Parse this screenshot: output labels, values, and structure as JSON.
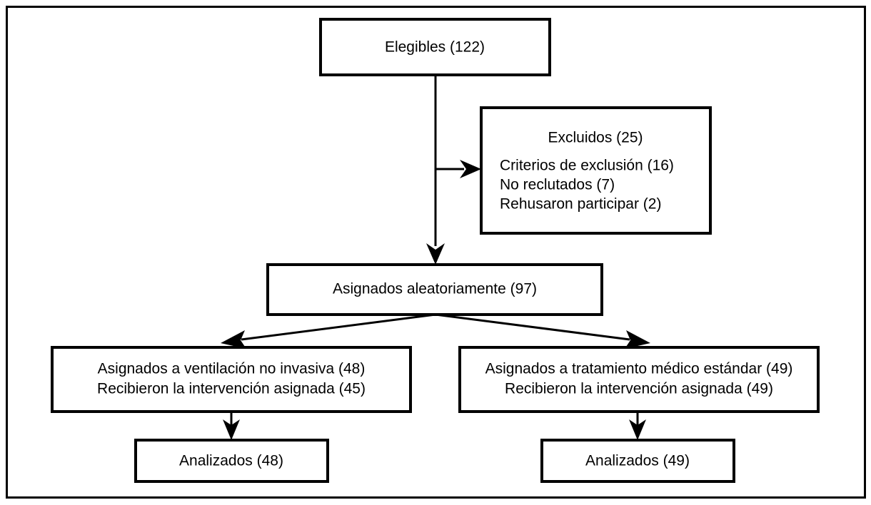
{
  "diagram": {
    "type": "flowchart",
    "subtype": "CONSORT participant flow diagram",
    "language": "es",
    "colors": {
      "background": "#ffffff",
      "line": "#000000",
      "box_fill": "#ffffff"
    },
    "frame": {
      "label": "outer-border"
    },
    "nodes": {
      "eligible": {
        "id": "eligible",
        "lines": [
          "Elegibles (122)"
        ],
        "count": 122
      },
      "excluded": {
        "id": "excluded",
        "title": "Excluidos (25)",
        "count": 25,
        "reasons": [
          {
            "label": "Criterios de exclusión (16)",
            "reason": "Criterios de exclusión",
            "n": 16
          },
          {
            "label": "No reclutados (7)",
            "reason": "No reclutados",
            "n": 7
          },
          {
            "label": "Rehusaron participar (2)",
            "reason": "Rehusaron participar",
            "n": 2
          }
        ]
      },
      "randomized": {
        "id": "randomized",
        "lines": [
          "Asignados aleatoriamente (97)"
        ],
        "count": 97
      },
      "arm_left": {
        "id": "arm-left",
        "lines": [
          "Asignados a ventilación no invasiva (48)",
          "Recibieron la intervención asignada (45)"
        ],
        "allocated": 48,
        "received": 45
      },
      "arm_right": {
        "id": "arm-right",
        "lines": [
          "Asignados a tratamiento médico estándar (49)",
          "Recibieron la intervención asignada (49)"
        ],
        "allocated": 49,
        "received": 49
      },
      "analyzed_left": {
        "id": "analyzed-left",
        "lines": [
          "Analizados (48)"
        ],
        "count": 48
      },
      "analyzed_right": {
        "id": "analyzed-right",
        "lines": [
          "Analizados (49)"
        ],
        "count": 49
      }
    },
    "edges": [
      {
        "id": "eligible-to-randomized",
        "from": "eligible",
        "to": "randomized",
        "style": "straight-down-arrow"
      },
      {
        "id": "eligible-to-excluded",
        "from": "eligible",
        "to": "excluded",
        "style": "branch-right-arrow"
      },
      {
        "id": "randomized-to-arm-left",
        "from": "randomized",
        "to": "arm_left",
        "style": "diagonal-arrow"
      },
      {
        "id": "randomized-to-arm-right",
        "from": "randomized",
        "to": "arm_right",
        "style": "diagonal-arrow"
      },
      {
        "id": "arm-left-to-analyzed-left",
        "from": "arm_left",
        "to": "analyzed_left",
        "style": "straight-down-arrow"
      },
      {
        "id": "arm-right-to-analyzed-right",
        "from": "arm_right",
        "to": "analyzed_right",
        "style": "straight-down-arrow"
      }
    ]
  }
}
